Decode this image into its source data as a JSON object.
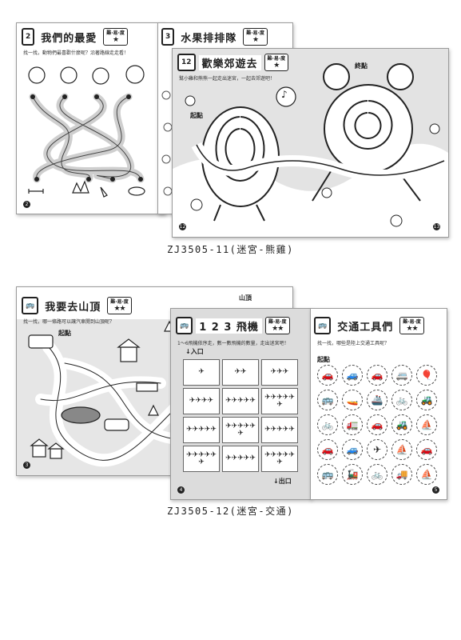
{
  "products": [
    {
      "caption": "ZJ3505-11(迷宮-熊雞)",
      "pages": [
        {
          "title": "我們的最愛",
          "level_label": "難·易·度",
          "stars": "★",
          "page_number": "2",
          "instruction": "找一找，動物們最喜歡什麼呢？沿著路線走走看！"
        },
        {
          "title": "水果排排隊",
          "level_label": "難·易·度",
          "stars": "★",
          "page_number": "3"
        },
        {
          "title": "歡樂郊遊去",
          "level_label": "難·易·度",
          "stars": "★",
          "start_label": "起點",
          "end_label": "終點",
          "page_number_left": "12",
          "page_number_right": "13",
          "instruction": "幫小雞和熊熊一起走出迷宮，一起去郊遊吧！"
        }
      ]
    },
    {
      "caption": "ZJ3505-12(迷宮-交通)",
      "pages": [
        {
          "title": "我要去山頂",
          "level_label": "難·易·度",
          "stars": "★★",
          "start_label": "起點",
          "end_label": "山頂",
          "page_number": "3",
          "instruction": "找一找，哪一條路可以讓汽車開到山頂呢？"
        },
        {
          "title": "1 2 3 飛機",
          "level_label": "難·易·度",
          "stars": "★★",
          "entry_label": "入口",
          "exit_label": "出口",
          "page_number": "4",
          "instruction": "1～6飛機依序走，數一數飛機的數量，走出迷宮吧！",
          "plane_counts": [
            1,
            2,
            3,
            4,
            5,
            6,
            5,
            6,
            5,
            6,
            5,
            6
          ]
        },
        {
          "title": "交通工具們",
          "level_label": "難·易·度",
          "stars": "★★",
          "start_label": "起點",
          "page_number": "5",
          "instruction": "找一找，哪些是陸上交通工具呢？",
          "vehicles": [
            "🚗",
            "🚙",
            "🚗",
            "🚐",
            "🎈",
            "🚌",
            "🚤",
            "🚢",
            "🚲",
            "🚜",
            "🚲",
            "🚛",
            "🚗",
            "🚜",
            "⛵",
            "🚗",
            "🚙",
            "✈",
            "⛵",
            "🚗",
            "🚌",
            "🚂",
            "🚲",
            "🚚",
            "⛵"
          ]
        }
      ]
    }
  ],
  "icons": {
    "star": "star-icon",
    "music": "music-note-icon",
    "car": "car-icon",
    "plane": "airplane-icon",
    "house": "house-icon"
  }
}
